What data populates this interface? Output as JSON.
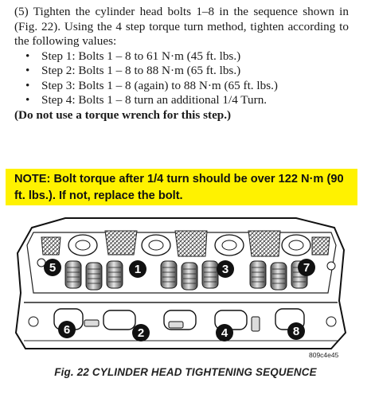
{
  "procedure": {
    "intro": "(5) Tighten the cylinder head bolts 1–8 in the sequence shown in (Fig. 22). Using the 4 step torque turn method, tighten according to the following values:",
    "steps": [
      "Step 1: Bolts 1 – 8 to 61 N·m (45 ft. lbs.)",
      "Step 2: Bolts 1 – 8 to 88 N·m (65 ft. lbs.)",
      "Step 3: Bolts 1 – 8 (again) to 88 N·m (65 ft. lbs.)",
      "Step 4: Bolts 1 – 8 turn an additional 1/4 Turn."
    ],
    "warning": "(Do not use a torque wrench for this step.)"
  },
  "note": {
    "text": "NOTE: Bolt torque after 1/4 turn should be over 122 N·m (90 ft. lbs.). If not, replace the bolt.",
    "background": "#fff200"
  },
  "figure": {
    "callouts": {
      "bolt_1": "1",
      "bolt_2": "2",
      "bolt_3": "3",
      "bolt_4": "4",
      "bolt_5": "5",
      "bolt_6": "6",
      "bolt_7": "7",
      "bolt_8": "8"
    },
    "code": "809c4e45",
    "caption": "Fig. 22 CYLINDER HEAD TIGHTENING SEQUENCE"
  }
}
